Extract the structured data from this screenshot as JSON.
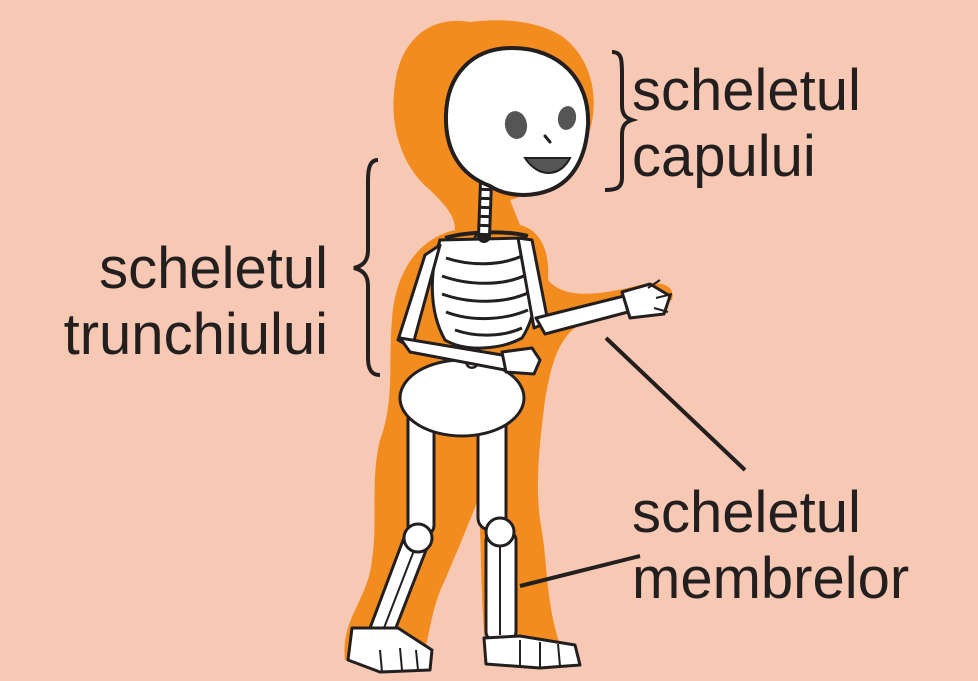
{
  "labels": {
    "head": [
      "scheletul",
      "capului"
    ],
    "trunk": [
      "scheletul",
      "trunchiului"
    ],
    "limbs": [
      "scheletul",
      "membrelor"
    ]
  },
  "colors": {
    "background": "#f7c9b5",
    "silhouette": "#f28c1f",
    "bone": "#ffffff",
    "outline": "#231f1f"
  }
}
